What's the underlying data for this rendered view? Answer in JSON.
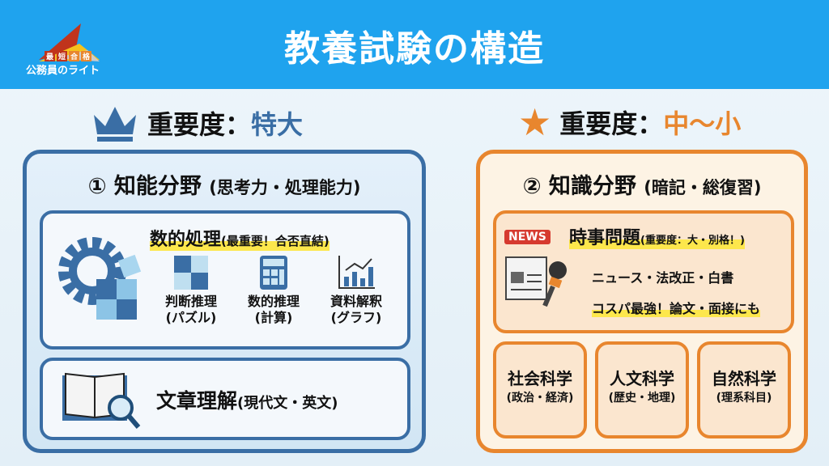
{
  "header": {
    "title": "教養試験の構造",
    "logo": {
      "badges": [
        "最",
        "短",
        "合",
        "格"
      ],
      "name": "公務員のライト"
    }
  },
  "left": {
    "importance_label": "重要度：",
    "importance_value": "特大",
    "panel_title": "① 知能分野",
    "panel_sub": "(思考力・処理能力)",
    "math": {
      "title": "数的処理",
      "note": "(最重要！合否直結)",
      "items": [
        {
          "label": "判断推理",
          "sub": "(パズル)"
        },
        {
          "label": "数的推理",
          "sub": "(計算)"
        },
        {
          "label": "資料解釈",
          "sub": "(グラフ)"
        }
      ]
    },
    "reading": {
      "title": "文章理解",
      "note": "(現代文・英文)"
    }
  },
  "right": {
    "importance_label": "重要度：",
    "importance_value": "中〜小",
    "panel_title": "② 知識分野",
    "panel_sub": "(暗記・総復習)",
    "current": {
      "badge": "NEWS",
      "title": "時事問題",
      "note": "(重要度：大・別格！)",
      "line1": "ニュース・法改正・白書",
      "line2": "コスパ最強！論文・面接にも"
    },
    "subjects": [
      {
        "label": "社会科学",
        "sub": "(政治・経済)"
      },
      {
        "label": "人文科学",
        "sub": "(歴史・地理)"
      },
      {
        "label": "自然科学",
        "sub": "(理系科目)"
      }
    ]
  },
  "colors": {
    "blue": "#3a6ea5",
    "orange": "#e8862e",
    "header": "#1fa3ee"
  }
}
